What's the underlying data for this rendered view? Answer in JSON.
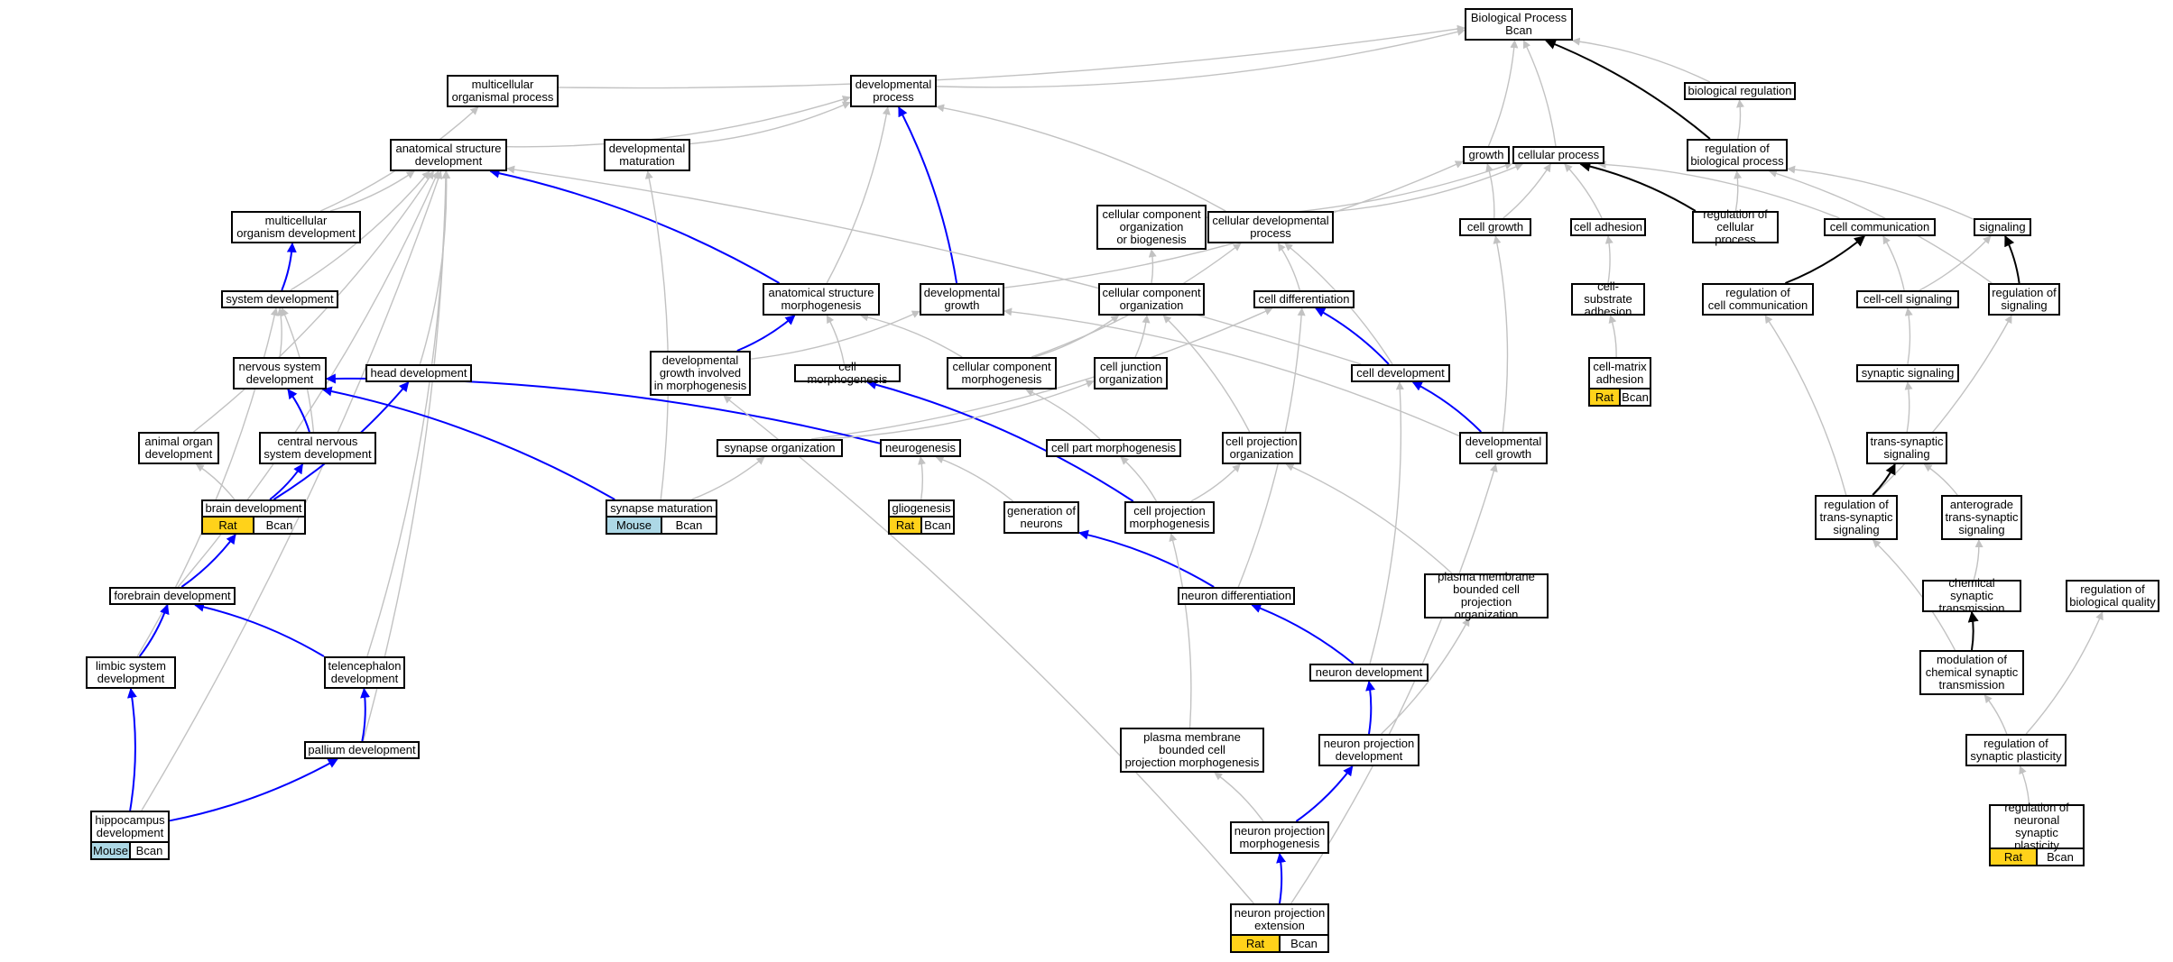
{
  "colors": {
    "is_a": "#c2c2c2",
    "part_of": "#0000ff",
    "regulates": "#000000",
    "rat": "#ffd21a",
    "mouse": "#add8e6"
  },
  "nodes": [
    {
      "id": "bp",
      "label": "Biological Process\nBcan"
    },
    {
      "id": "mop",
      "label": "multicellular\norganismal process"
    },
    {
      "id": "dp",
      "label": "developmental\nprocess"
    },
    {
      "id": "br",
      "label": "biological regulation"
    },
    {
      "id": "asd",
      "label": "anatomical structure\ndevelopment"
    },
    {
      "id": "dm",
      "label": "developmental\nmaturation"
    },
    {
      "id": "growth",
      "label": "growth"
    },
    {
      "id": "cp",
      "label": "cellular process"
    },
    {
      "id": "rbp",
      "label": "regulation of\nbiological process"
    },
    {
      "id": "mod",
      "label": "multicellular\norganism development"
    },
    {
      "id": "ccob",
      "label": "cellular component\norganization\nor biogenesis"
    },
    {
      "id": "cdp",
      "label": "cellular developmental\nprocess"
    },
    {
      "id": "cg",
      "label": "cell growth"
    },
    {
      "id": "ca",
      "label": "cell adhesion"
    },
    {
      "id": "rcp",
      "label": "regulation of\ncellular process"
    },
    {
      "id": "cc",
      "label": "cell communication"
    },
    {
      "id": "sig",
      "label": "signaling"
    },
    {
      "id": "sd",
      "label": "system development"
    },
    {
      "id": "asm",
      "label": "anatomical structure\nmorphogenesis"
    },
    {
      "id": "dg",
      "label": "developmental\ngrowth"
    },
    {
      "id": "cco",
      "label": "cellular component\norganization"
    },
    {
      "id": "cdiff",
      "label": "cell differentiation"
    },
    {
      "id": "csa",
      "label": "cell-substrate\nadhesion"
    },
    {
      "id": "rcc",
      "label": "regulation of\ncell communication"
    },
    {
      "id": "ccs",
      "label": "cell-cell signaling"
    },
    {
      "id": "rs",
      "label": "regulation of\nsignaling"
    },
    {
      "id": "nsd",
      "label": "nervous system\ndevelopment"
    },
    {
      "id": "hd",
      "label": "head development"
    },
    {
      "id": "dgim",
      "label": "developmental\ngrowth involved\nin morphogenesis"
    },
    {
      "id": "cm",
      "label": "cell morphogenesis"
    },
    {
      "id": "ccm",
      "label": "cellular component\nmorphogenesis"
    },
    {
      "id": "cjo",
      "label": "cell junction\norganization"
    },
    {
      "id": "cd",
      "label": "cell development"
    },
    {
      "id": "cma",
      "label": "cell-matrix\nadhesion",
      "tags": [
        "Rat",
        "Bcan"
      ]
    },
    {
      "id": "ss",
      "label": "synaptic signaling"
    },
    {
      "id": "aod",
      "label": "animal organ\ndevelopment"
    },
    {
      "id": "cnsd",
      "label": "central nervous\nsystem development"
    },
    {
      "id": "so",
      "label": "synapse organization"
    },
    {
      "id": "neuro",
      "label": "neurogenesis"
    },
    {
      "id": "cpm",
      "label": "cell part morphogenesis"
    },
    {
      "id": "cpo",
      "label": "cell projection\norganization"
    },
    {
      "id": "dcg",
      "label": "developmental\ncell growth"
    },
    {
      "id": "tss",
      "label": "trans-synaptic\nsignaling"
    },
    {
      "id": "bd",
      "label": "brain development",
      "tags": [
        "Rat",
        "Bcan"
      ]
    },
    {
      "id": "sm",
      "label": "synapse maturation",
      "tags": [
        "Mouse",
        "Bcan"
      ]
    },
    {
      "id": "glio",
      "label": "gliogenesis",
      "tags": [
        "Rat",
        "Bcan"
      ]
    },
    {
      "id": "gon",
      "label": "generation of\nneurons"
    },
    {
      "id": "cpmorph",
      "label": "cell projection\nmorphogenesis"
    },
    {
      "id": "rtss",
      "label": "regulation of\ntrans-synaptic\nsignaling"
    },
    {
      "id": "atss",
      "label": "anterograde\ntrans-synaptic\nsignaling"
    },
    {
      "id": "fd",
      "label": "forebrain development"
    },
    {
      "id": "nd",
      "label": "neuron differentiation"
    },
    {
      "id": "pmbcpo",
      "label": "plasma membrane\nbounded cell\nprojection organization"
    },
    {
      "id": "cst",
      "label": "chemical synaptic\ntransmission"
    },
    {
      "id": "rbq",
      "label": "regulation of\nbiological quality"
    },
    {
      "id": "lsd",
      "label": "limbic system\ndevelopment"
    },
    {
      "id": "td",
      "label": "telencephalon\ndevelopment"
    },
    {
      "id": "ndev",
      "label": "neuron development"
    },
    {
      "id": "mcst",
      "label": "modulation of\nchemical synaptic\ntransmission"
    },
    {
      "id": "pd",
      "label": "pallium development"
    },
    {
      "id": "pmbcpm",
      "label": "plasma membrane\nbounded cell\nprojection morphogenesis"
    },
    {
      "id": "npd",
      "label": "neuron projection\ndevelopment"
    },
    {
      "id": "rsp",
      "label": "regulation of\nsynaptic plasticity"
    },
    {
      "id": "hpd",
      "label": "hippocampus\ndevelopment",
      "tags": [
        "Mouse",
        "Bcan"
      ]
    },
    {
      "id": "npm",
      "label": "neuron projection\nmorphogenesis"
    },
    {
      "id": "rnsp",
      "label": "regulation of\nneuronal synaptic\nplasticity",
      "tags": [
        "Rat",
        "Bcan"
      ]
    },
    {
      "id": "npe",
      "label": "neuron projection\nextension",
      "tags": [
        "Rat",
        "Bcan"
      ]
    }
  ],
  "edges": [
    {
      "from": "mop",
      "to": "bp",
      "type": "is_a"
    },
    {
      "from": "dp",
      "to": "bp",
      "type": "is_a"
    },
    {
      "from": "br",
      "to": "bp",
      "type": "is_a"
    },
    {
      "from": "growth",
      "to": "bp",
      "type": "is_a"
    },
    {
      "from": "cp",
      "to": "bp",
      "type": "is_a"
    },
    {
      "from": "rbp",
      "to": "bp",
      "type": "regulates"
    },
    {
      "from": "rbp",
      "to": "br",
      "type": "is_a"
    },
    {
      "from": "asd",
      "to": "dp",
      "type": "is_a"
    },
    {
      "from": "dm",
      "to": "dp",
      "type": "is_a"
    },
    {
      "from": "cdp",
      "to": "dp",
      "type": "is_a"
    },
    {
      "from": "asm",
      "to": "dp",
      "type": "is_a"
    },
    {
      "from": "dg",
      "to": "dp",
      "type": "part_of"
    },
    {
      "from": "mod",
      "to": "mop",
      "type": "is_a"
    },
    {
      "from": "mod",
      "to": "asd",
      "type": "is_a"
    },
    {
      "from": "sd",
      "to": "asd",
      "type": "is_a"
    },
    {
      "from": "asm",
      "to": "asd",
      "type": "part_of"
    },
    {
      "from": "cd",
      "to": "asd",
      "type": "is_a"
    },
    {
      "from": "hd",
      "to": "asd",
      "type": "is_a"
    },
    {
      "from": "aod",
      "to": "asd",
      "type": "is_a"
    },
    {
      "from": "fd",
      "to": "asd",
      "type": "is_a"
    },
    {
      "from": "td",
      "to": "asd",
      "type": "is_a"
    },
    {
      "from": "pd",
      "to": "asd",
      "type": "is_a"
    },
    {
      "from": "hpd",
      "to": "asd",
      "type": "is_a"
    },
    {
      "from": "sm",
      "to": "dm",
      "type": "is_a"
    },
    {
      "from": "cg",
      "to": "growth",
      "type": "is_a"
    },
    {
      "from": "dg",
      "to": "growth",
      "type": "is_a"
    },
    {
      "from": "ccob",
      "to": "cp",
      "type": "is_a"
    },
    {
      "from": "cdp",
      "to": "cp",
      "type": "is_a"
    },
    {
      "from": "cg",
      "to": "cp",
      "type": "is_a"
    },
    {
      "from": "ca",
      "to": "cp",
      "type": "is_a"
    },
    {
      "from": "rcp",
      "to": "cp",
      "type": "regulates"
    },
    {
      "from": "cc",
      "to": "cp",
      "type": "is_a"
    },
    {
      "from": "rcp",
      "to": "rbp",
      "type": "is_a"
    },
    {
      "from": "sig",
      "to": "rbp",
      "type": "is_a"
    },
    {
      "from": "rs",
      "to": "rbp",
      "type": "is_a"
    },
    {
      "from": "sd",
      "to": "mod",
      "type": "part_of"
    },
    {
      "from": "cco",
      "to": "ccob",
      "type": "is_a"
    },
    {
      "from": "cdiff",
      "to": "cdp",
      "type": "is_a"
    },
    {
      "from": "ccm",
      "to": "cdp",
      "type": "is_a"
    },
    {
      "from": "cd",
      "to": "cdp",
      "type": "is_a"
    },
    {
      "from": "dcg",
      "to": "cg",
      "type": "is_a"
    },
    {
      "from": "csa",
      "to": "ca",
      "type": "is_a"
    },
    {
      "from": "rcc",
      "to": "cc",
      "type": "regulates"
    },
    {
      "from": "ccs",
      "to": "cc",
      "type": "is_a"
    },
    {
      "from": "ccs",
      "to": "sig",
      "type": "is_a"
    },
    {
      "from": "rs",
      "to": "sig",
      "type": "regulates"
    },
    {
      "from": "nsd",
      "to": "sd",
      "type": "is_a"
    },
    {
      "from": "cnsd",
      "to": "sd",
      "type": "is_a"
    },
    {
      "from": "lsd",
      "to": "sd",
      "type": "is_a"
    },
    {
      "from": "dgim",
      "to": "asm",
      "type": "part_of"
    },
    {
      "from": "cm",
      "to": "asm",
      "type": "is_a"
    },
    {
      "from": "ccm",
      "to": "asm",
      "type": "is_a"
    },
    {
      "from": "dgim",
      "to": "dg",
      "type": "is_a"
    },
    {
      "from": "dcg",
      "to": "dg",
      "type": "is_a"
    },
    {
      "from": "ccm",
      "to": "cco",
      "type": "is_a"
    },
    {
      "from": "cjo",
      "to": "cco",
      "type": "is_a"
    },
    {
      "from": "cpo",
      "to": "cco",
      "type": "is_a"
    },
    {
      "from": "cd",
      "to": "cdiff",
      "type": "part_of"
    },
    {
      "from": "so",
      "to": "cdiff",
      "type": "is_a"
    },
    {
      "from": "nd",
      "to": "cdiff",
      "type": "is_a"
    },
    {
      "from": "cma",
      "to": "csa",
      "type": "is_a"
    },
    {
      "from": "rtss",
      "to": "rcc",
      "type": "is_a"
    },
    {
      "from": "ss",
      "to": "ccs",
      "type": "is_a"
    },
    {
      "from": "rtss",
      "to": "rs",
      "type": "is_a"
    },
    {
      "from": "cnsd",
      "to": "nsd",
      "type": "part_of"
    },
    {
      "from": "neuro",
      "to": "nsd",
      "type": "part_of"
    },
    {
      "from": "sm",
      "to": "nsd",
      "type": "part_of"
    },
    {
      "from": "bd",
      "to": "hd",
      "type": "part_of"
    },
    {
      "from": "npe",
      "to": "dgim",
      "type": "is_a"
    },
    {
      "from": "cpmorph",
      "to": "cm",
      "type": "part_of"
    },
    {
      "from": "cpm",
      "to": "ccm",
      "type": "is_a"
    },
    {
      "from": "so",
      "to": "cjo",
      "type": "is_a"
    },
    {
      "from": "dcg",
      "to": "cd",
      "type": "part_of"
    },
    {
      "from": "ndev",
      "to": "cd",
      "type": "is_a"
    },
    {
      "from": "tss",
      "to": "ss",
      "type": "is_a"
    },
    {
      "from": "bd",
      "to": "aod",
      "type": "is_a"
    },
    {
      "from": "bd",
      "to": "cnsd",
      "type": "part_of"
    },
    {
      "from": "sm",
      "to": "so",
      "type": "is_a"
    },
    {
      "from": "glio",
      "to": "neuro",
      "type": "is_a"
    },
    {
      "from": "gon",
      "to": "neuro",
      "type": "is_a"
    },
    {
      "from": "cpmorph",
      "to": "cpm",
      "type": "is_a"
    },
    {
      "from": "cpmorph",
      "to": "cpo",
      "type": "is_a"
    },
    {
      "from": "pmbcpo",
      "to": "cpo",
      "type": "is_a"
    },
    {
      "from": "npe",
      "to": "dcg",
      "type": "is_a"
    },
    {
      "from": "rtss",
      "to": "tss",
      "type": "regulates"
    },
    {
      "from": "atss",
      "to": "tss",
      "type": "is_a"
    },
    {
      "from": "fd",
      "to": "bd",
      "type": "part_of"
    },
    {
      "from": "nd",
      "to": "gon",
      "type": "part_of"
    },
    {
      "from": "pmbcpm",
      "to": "cpmorph",
      "type": "is_a"
    },
    {
      "from": "mcst",
      "to": "rtss",
      "type": "is_a"
    },
    {
      "from": "cst",
      "to": "atss",
      "type": "is_a"
    },
    {
      "from": "lsd",
      "to": "fd",
      "type": "part_of"
    },
    {
      "from": "td",
      "to": "fd",
      "type": "part_of"
    },
    {
      "from": "ndev",
      "to": "nd",
      "type": "part_of"
    },
    {
      "from": "npd",
      "to": "pmbcpo",
      "type": "is_a"
    },
    {
      "from": "mcst",
      "to": "cst",
      "type": "regulates"
    },
    {
      "from": "rsp",
      "to": "rbq",
      "type": "is_a"
    },
    {
      "from": "hpd",
      "to": "lsd",
      "type": "part_of"
    },
    {
      "from": "pd",
      "to": "td",
      "type": "part_of"
    },
    {
      "from": "npd",
      "to": "ndev",
      "type": "part_of"
    },
    {
      "from": "rsp",
      "to": "mcst",
      "type": "is_a"
    },
    {
      "from": "hpd",
      "to": "pd",
      "type": "part_of"
    },
    {
      "from": "npm",
      "to": "pmbcpm",
      "type": "is_a"
    },
    {
      "from": "npm",
      "to": "npd",
      "type": "part_of"
    },
    {
      "from": "rnsp",
      "to": "rsp",
      "type": "is_a"
    },
    {
      "from": "npe",
      "to": "npm",
      "type": "part_of"
    }
  ]
}
